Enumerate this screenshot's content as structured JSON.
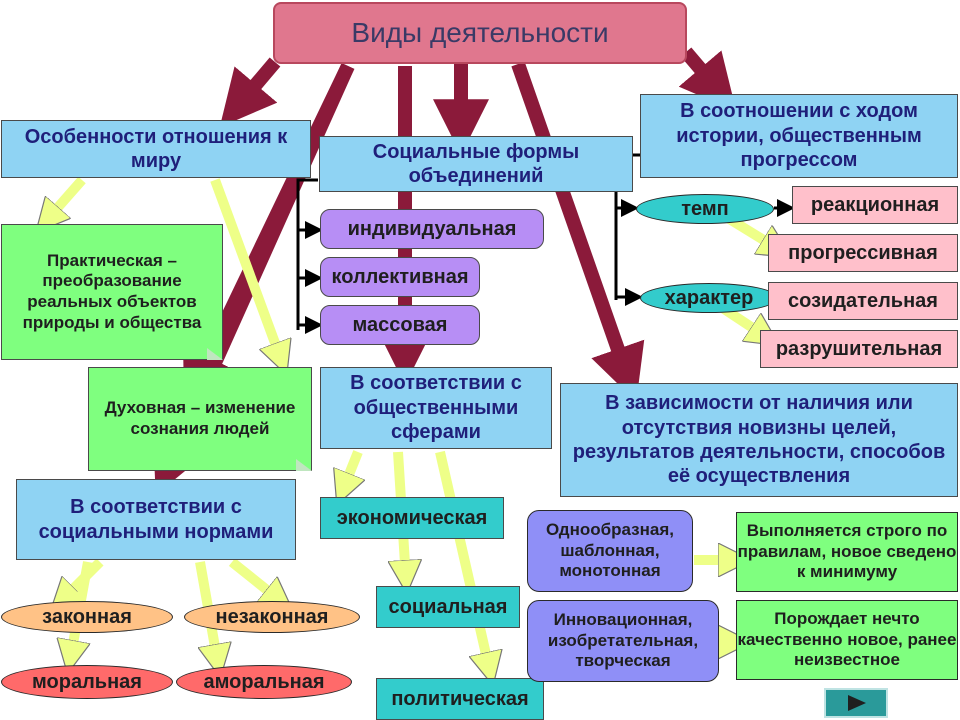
{
  "title": "Виды деятельности",
  "attitude": {
    "header": "Особенности отношения к миру",
    "practical": "Практическая – преобразование реальных объектов природы и общества",
    "spiritual": "Духовная – изменение сознания людей"
  },
  "social_forms": {
    "header": "Социальные формы объединений",
    "items": [
      "индивидуальная",
      "коллективная",
      "массовая"
    ]
  },
  "history": {
    "header": "В соотношении с ходом истории, общественным прогрессом",
    "tempo_label": "темп",
    "character_label": "характер",
    "tempo_values": [
      "реакционная",
      "прогрессивная"
    ],
    "character_values": [
      "созидательная",
      "разрушительная"
    ]
  },
  "spheres": {
    "header": "В соответствии с общественными сферами",
    "items": [
      "экономическая",
      "социальная",
      "политическая"
    ]
  },
  "novelty": {
    "header": "В зависимости от наличия или отсутствия новизны целей, результатов деятельности, способов её осуществления",
    "monotonous": "Однообразная, шаблонная, монотонная",
    "monotonous_desc": "Выполняется строго по правилам, новое сведено к минимуму",
    "innovative": "Инновационная, изобретательная, творческая",
    "innovative_desc": "Порождает нечто качественно новое, ранее неизвестное"
  },
  "norms": {
    "header": "В соответствии с социальными нормами",
    "items": [
      "законная",
      "незаконная",
      "моральная",
      "аморальная"
    ]
  },
  "colors": {
    "title_bg": "#e0778e",
    "blue_box": "#8fd3f3",
    "green_box": "#7fff7f",
    "purple_box": "#b78ef5",
    "pink_box": "#ffc0cb",
    "teal_box": "#33cccc",
    "dark_arrow": "#8b1a3a",
    "light_arrow": "#eeff88"
  },
  "icons": {
    "next": "play-arrow-icon"
  }
}
